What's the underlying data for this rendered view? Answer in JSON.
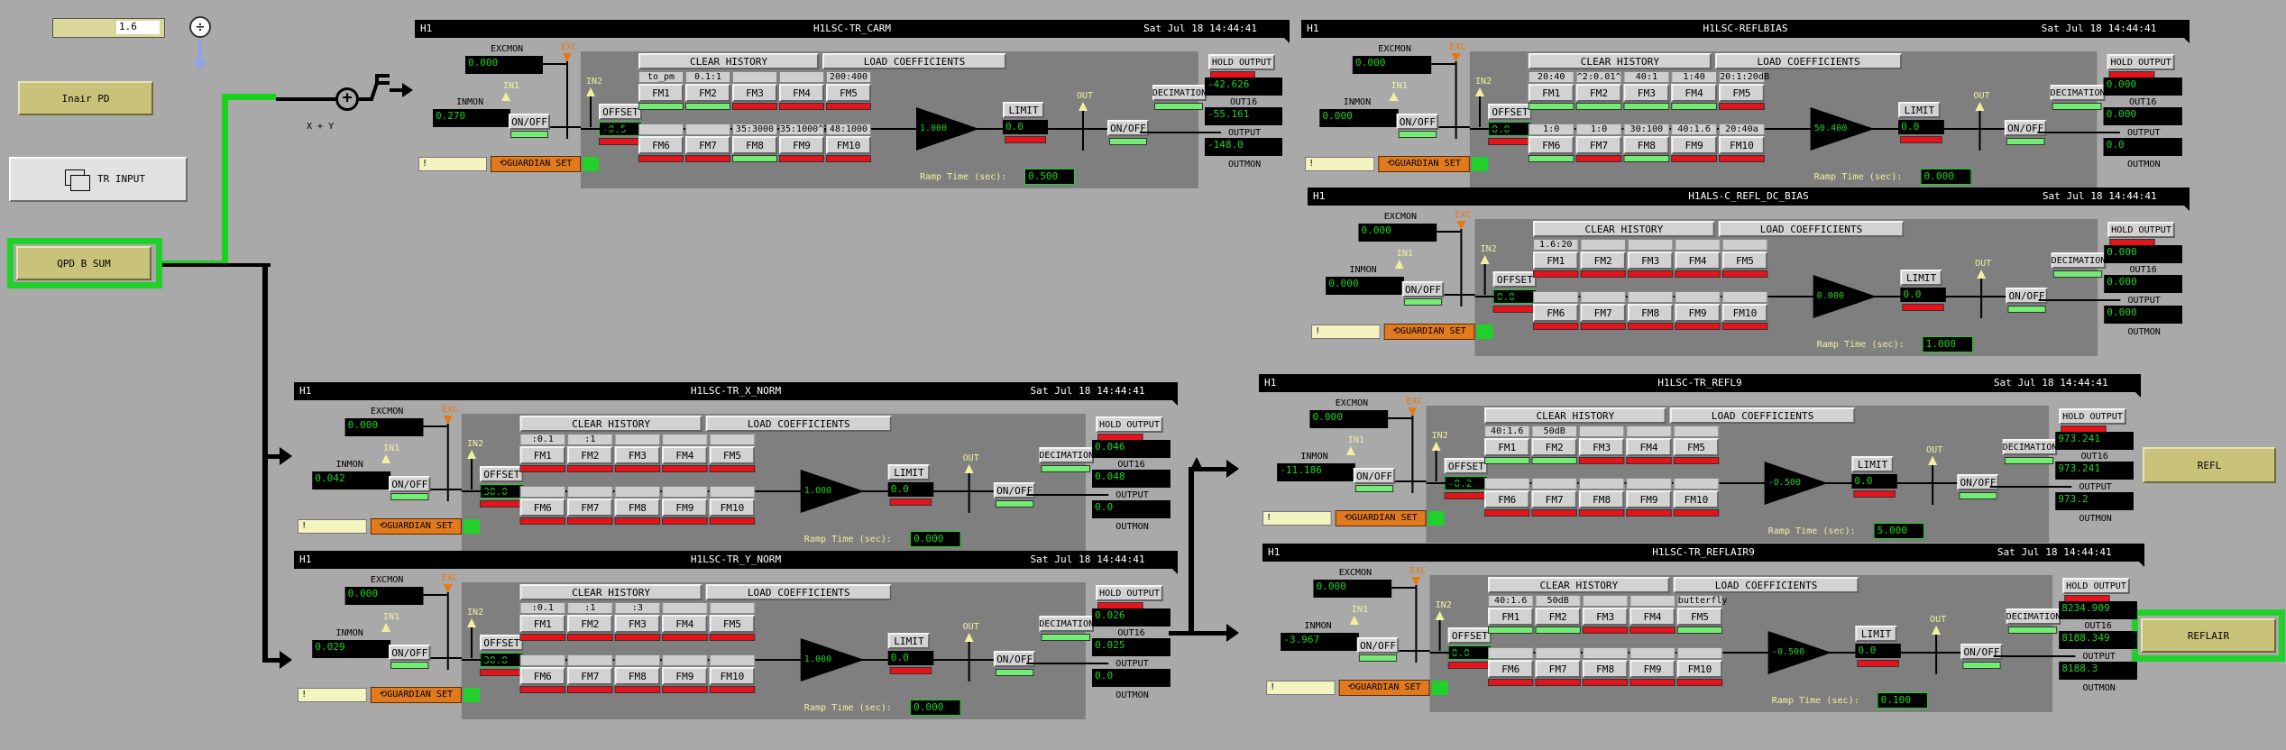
{
  "top": {
    "gain_value": "1.6",
    "sum_label": "X + Y",
    "button_labels": {
      "inair": "Inair PD",
      "trinput": "TR INPUT",
      "qpd": "QPD B SUM",
      "refl": "REFL",
      "reflair": "REFLAIR"
    }
  },
  "common": {
    "h1": "H1",
    "clear_history": "CLEAR HISTORY",
    "load_coefficients": "LOAD COEFFICIENTS",
    "hold_output": "HOLD OUTPUT",
    "excmon": "EXCMON",
    "inmon": "INMON",
    "exc": "EXC",
    "in1": "IN1",
    "in2": "IN2",
    "offset": "OFFSET",
    "onoff": "ON/OFF",
    "limit": "LIMIT",
    "out": "OUT",
    "decimation": "DECIMATION",
    "out16": "OUT16",
    "output": "OUTPUT",
    "outmon": "OUTMON",
    "ramp_time": "Ramp Time (sec):",
    "guardian_set": "GUARDIAN SET",
    "bang": "!"
  },
  "modules": [
    {
      "name": "H1LSC-TR_CARM",
      "date": "Sat Jul 18 14:44:41",
      "excmon": "0.000",
      "inmon": "0.270",
      "offset": "-0.5",
      "gain": "1.000",
      "limit": "0.0",
      "outmon": "-148.0",
      "out16": "-55.161",
      "output_top": "-42.626",
      "ramp": "0.500",
      "fm_top": [
        "to_pm",
        "0.1:1",
        "",
        "",
        "200:400"
      ],
      "fm_bot": [
        "",
        "",
        "35:3000",
        "35:1000^2",
        "48:1000"
      ],
      "leds_top": [
        "grn",
        "grn",
        "red",
        "red",
        "red"
      ],
      "leds_bot": [
        "red",
        "red",
        "grn",
        "red",
        "red"
      ]
    },
    {
      "name": "H1LSC-REFLBIAS",
      "date": "Sat Jul 18 14:44:41",
      "excmon": "0.000",
      "inmon": "0.000",
      "offset": "0.0",
      "gain": "50.400",
      "limit": "0.0",
      "outmon": "0.0",
      "out16": "0.000",
      "output_top": "0.000",
      "ramp": "0.000",
      "fm_top": [
        "20:40",
        "^2:0.01^",
        "40:1",
        "1:40",
        "20:1:20dB"
      ],
      "fm_bot": [
        "1:0",
        "1:0",
        "30:100",
        "40:1.6",
        "20:40a"
      ],
      "leds_top": [
        "grn",
        "grn",
        "grn",
        "grn",
        "red"
      ],
      "leds_bot": [
        "grn",
        "red",
        "grn",
        "red",
        "red"
      ]
    },
    {
      "name": "H1ALS-C_REFL_DC_BIAS",
      "date": "Sat Jul 18 14:44:41",
      "excmon": "0.000",
      "inmon": "0.000",
      "offset": "0.0",
      "gain": "0.000",
      "limit": "0.0",
      "outmon": "0.000",
      "out16": "0.000",
      "output_top": "0.000",
      "ramp": "1.000",
      "fm_top": [
        "1.6:20",
        "",
        "",
        "",
        ""
      ],
      "fm_bot": [
        "",
        "",
        "",
        "",
        ""
      ],
      "leds_top": [
        "red",
        "red",
        "red",
        "red",
        "red"
      ],
      "leds_bot": [
        "red",
        "red",
        "red",
        "red",
        "red"
      ]
    },
    {
      "name": "H1LSC-TR_X_NORM",
      "date": "Sat Jul 18 14:44:41",
      "excmon": "0.000",
      "inmon": "0.042",
      "offset": "30.0",
      "gain": "1.000",
      "limit": "0.0",
      "outmon": "0.0",
      "out16": "0.048",
      "output_top": "0.046",
      "ramp": "0.000",
      "fm_top": [
        ":0.1",
        ":1",
        "",
        "",
        ""
      ],
      "fm_bot": [
        "",
        "",
        "",
        "",
        ""
      ],
      "leds_top": [
        "red",
        "red",
        "red",
        "red",
        "red"
      ],
      "leds_bot": [
        "red",
        "red",
        "red",
        "red",
        "red"
      ]
    },
    {
      "name": "H1LSC-TR_Y_NORM",
      "date": "Sat Jul 18 14:44:41",
      "excmon": "0.000",
      "inmon": "0.029",
      "offset": "30.0",
      "gain": "1.000",
      "limit": "0.0",
      "outmon": "0.0",
      "out16": "0.025",
      "output_top": "0.026",
      "ramp": "0.000",
      "fm_top": [
        ":0.1",
        ":1",
        ":3",
        "",
        ""
      ],
      "fm_bot": [
        "",
        "",
        "",
        "",
        ""
      ],
      "leds_top": [
        "red",
        "red",
        "red",
        "red",
        "red"
      ],
      "leds_bot": [
        "red",
        "red",
        "red",
        "red",
        "red"
      ]
    },
    {
      "name": "H1LSC-TR_REFL9",
      "date": "Sat Jul 18 14:44:41",
      "excmon": "0.000",
      "inmon": "-11.186",
      "offset": "-0.2",
      "gain": "-0.500",
      "limit": "0.0",
      "outmon": "973.2",
      "out16": "973.241",
      "output_top": "973.241",
      "ramp": "5.000",
      "fm_top": [
        "40:1.6",
        "50dB",
        "",
        "",
        ""
      ],
      "fm_bot": [
        "",
        "",
        "",
        "",
        ""
      ],
      "leds_top": [
        "grn",
        "grn",
        "red",
        "red",
        "red"
      ],
      "leds_bot": [
        "red",
        "red",
        "red",
        "red",
        "red"
      ]
    },
    {
      "name": "H1LSC-TR_REFLAIR9",
      "date": "Sat Jul 18 14:44:41",
      "excmon": "0.000",
      "inmon": "-3.967",
      "offset": "0.0",
      "gain": "-0.500",
      "limit": "0.0",
      "outmon": "8188.3",
      "out16": "8188.349",
      "output_top": "8234.909",
      "ramp": "0.100",
      "fm_top": [
        "40:1.6",
        "50dB",
        "",
        "",
        "butterfly"
      ],
      "fm_bot": [
        "",
        "",
        "",
        "",
        ""
      ],
      "leds_top": [
        "grn",
        "grn",
        "red",
        "red",
        "grn"
      ],
      "leds_bot": [
        "red",
        "red",
        "red",
        "red",
        "red"
      ]
    }
  ]
}
